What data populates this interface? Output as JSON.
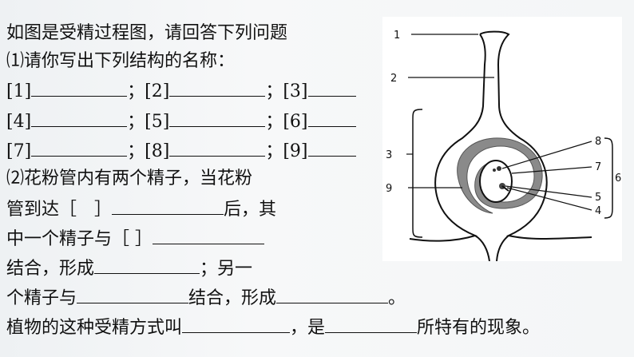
{
  "question": {
    "title": "如图是受精过程图，请回答下列问题",
    "q1": "⑴请你写出下列结构的名称：",
    "blanks_row1": [
      "[1]",
      "；[2]",
      "；[3]"
    ],
    "blanks_row2": [
      "[4]",
      "；[5]",
      "；[6]"
    ],
    "blanks_row3": [
      "[7]",
      "；[8]",
      "；[9]"
    ],
    "q2_line1": "⑵花粉管内有两个精子，当花粉",
    "q2_line2_a": "管到达［　］",
    "q2_line2_b": "后，其",
    "q2_line3_a": "中一个精子与［ ］",
    "q2_line4_a": "结合，形成",
    "q2_line4_b": "；另一",
    "q2_line5_a": "个精子与",
    "q2_line5_b": "结合，形成",
    "q2_line5_c": "。",
    "q3_a": "植物的这种受精方式叫",
    "q3_b": "，是",
    "q3_c": "所特有的现象。"
  },
  "figure": {
    "labels": [
      "1",
      "2",
      "3",
      "9",
      "8",
      "7",
      "5",
      "4",
      "6"
    ]
  }
}
